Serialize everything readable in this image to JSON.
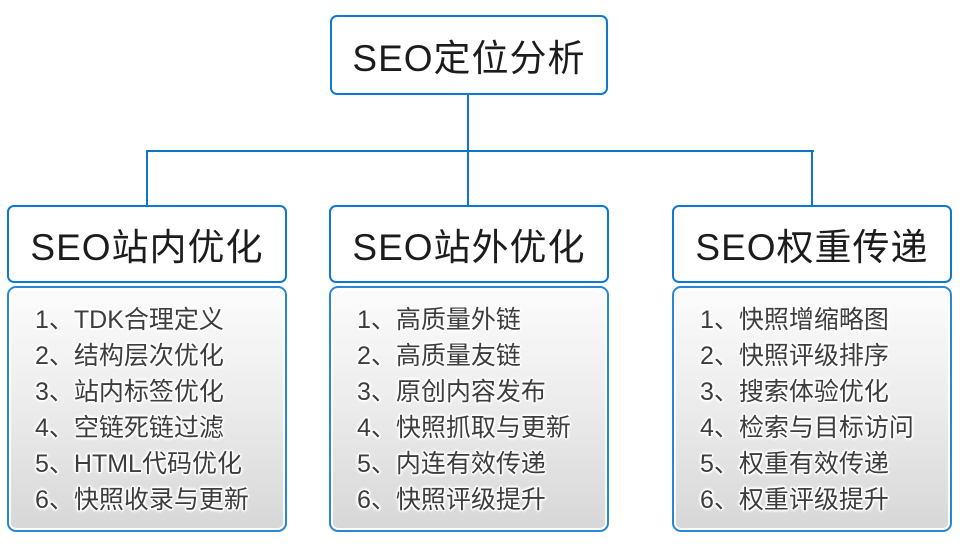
{
  "colors": {
    "connector_blue": "#0d76cc",
    "box_border_blue": "#0d7ad2",
    "panel_gradient_top": "#fcfcfc",
    "panel_gradient_bottom": "#d7d7d7",
    "title_text": "#1c1c1c",
    "item_text": "#3d3d3d"
  },
  "root": {
    "title": "SEO定位分析"
  },
  "columns": [
    {
      "title": "SEO站内优化",
      "items": [
        "1、TDK合理定义",
        "2、结构层次优化",
        "3、站内标签优化",
        "4、空链死链过滤",
        "5、HTML代码优化",
        "6、快照收录与更新"
      ]
    },
    {
      "title": "SEO站外优化",
      "items": [
        "1、高质量外链",
        "2、高质量友链",
        "3、原创内容发布",
        "4、快照抓取与更新",
        "5、内连有效传递",
        "6、快照评级提升"
      ]
    },
    {
      "title": "SEO权重传递",
      "items": [
        "1、快照增缩略图",
        "2、快照评级排序",
        "3、搜索体验优化",
        "4、检索与目标访问",
        "5、权重有效传递",
        "6、权重评级提升"
      ]
    }
  ]
}
